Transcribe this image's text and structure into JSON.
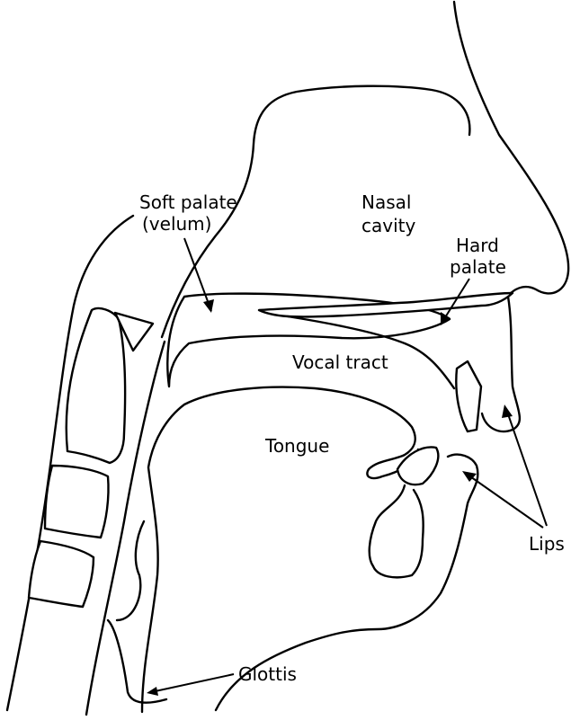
{
  "labels": {
    "soft_palate_line1": "Soft palate",
    "soft_palate_line2": "(velum)",
    "nasal_line1": "Nasal",
    "nasal_line2": "cavity",
    "hard_palate_line1": "Hard",
    "hard_palate_line2": "palate",
    "vocal_tract": "Vocal tract",
    "tongue": "Tongue",
    "lips": "Lips",
    "glottis": "Glottis"
  }
}
